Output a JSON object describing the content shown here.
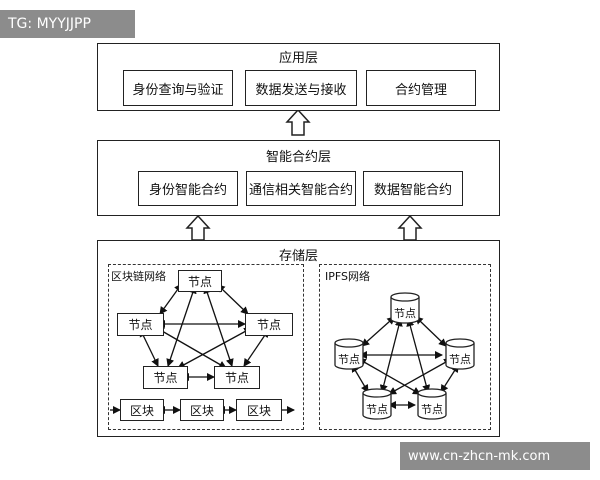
{
  "tag_top": "TG: MYYJJPP",
  "tag_bottom": "www.cn-zhcn-mk.com",
  "app_layer": {
    "title": "应用层",
    "items": [
      "身份查询与验证",
      "数据发送与接收",
      "合约管理"
    ]
  },
  "contract_layer": {
    "title": "智能合约层",
    "items": [
      "身份智能合约",
      "通信相关智能合约",
      "数据智能合约"
    ]
  },
  "storage_layer": {
    "title": "存储层",
    "blockchain": {
      "title": "区块链网络",
      "nodes": [
        "节点",
        "节点",
        "节点",
        "节点",
        "节点"
      ],
      "blocks": [
        "区块",
        "区块",
        "区块"
      ]
    },
    "ipfs": {
      "title": "IPFS网络",
      "nodes": [
        "节点",
        "节点",
        "节点",
        "节点",
        "节点"
      ]
    }
  }
}
